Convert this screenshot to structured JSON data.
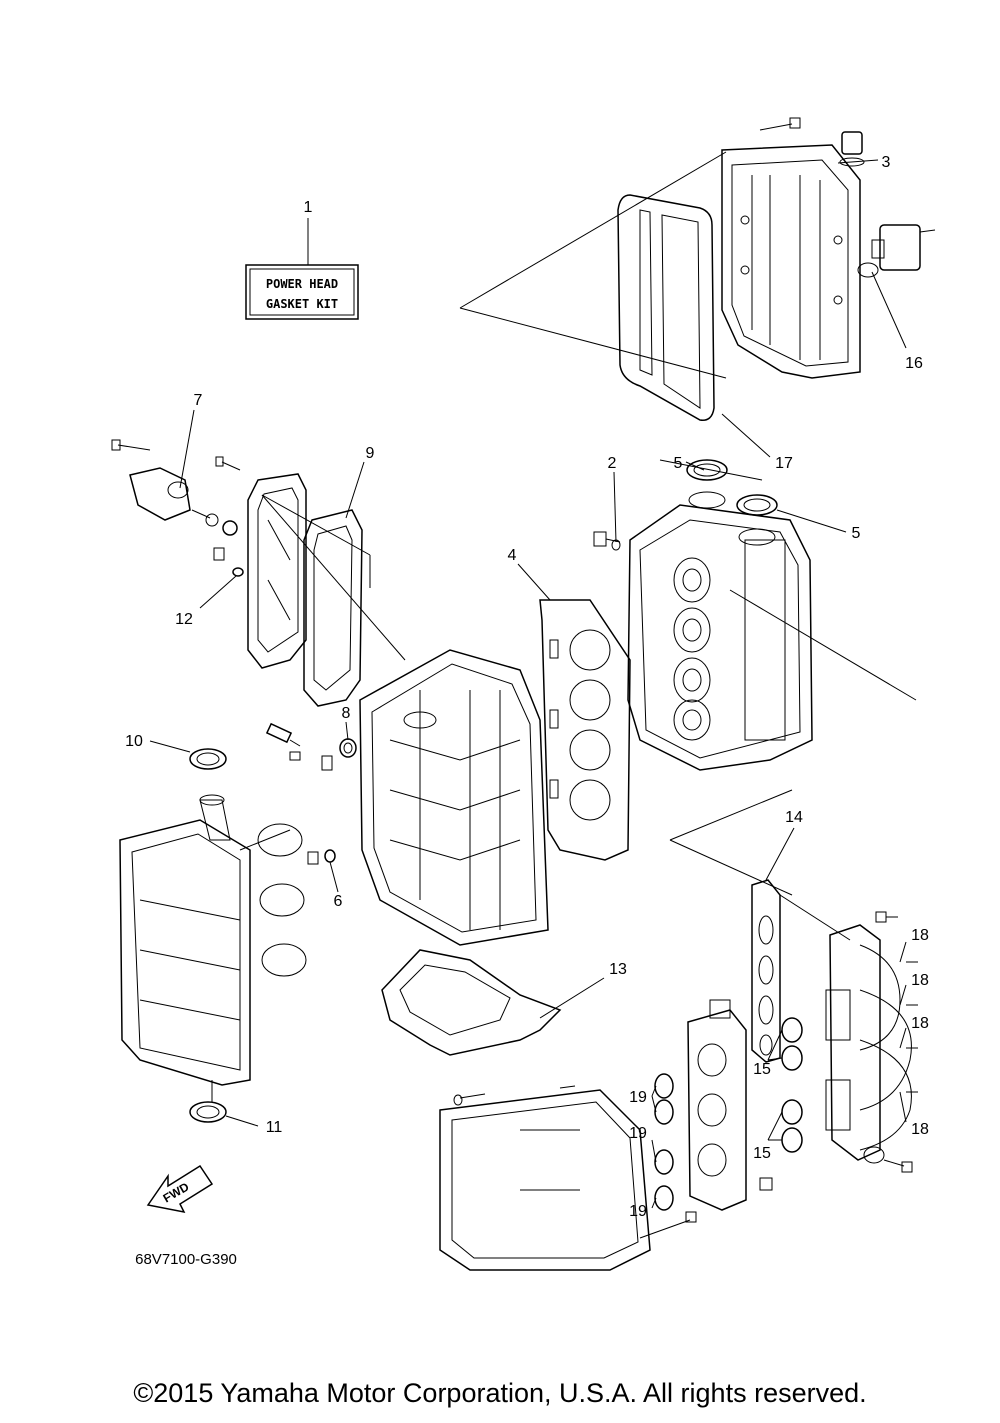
{
  "kit_label": {
    "line1": "POWER HEAD",
    "line2": "GASKET KIT"
  },
  "diagram_code": "68V7100-G390",
  "fwd_label": "FWD",
  "copyright": "©2015 Yamaha Motor Corporation, U.S.A. All rights reserved.",
  "callouts": {
    "c1": "1",
    "c2": "2",
    "c3": "3",
    "c4": "4",
    "c5a": "5",
    "c5b": "5",
    "c6": "6",
    "c7": "7",
    "c8": "8",
    "c9": "9",
    "c10": "10",
    "c11": "11",
    "c12": "12",
    "c13": "13",
    "c14": "14",
    "c15a": "15",
    "c15b": "15",
    "c16": "16",
    "c17": "17",
    "c18a": "18",
    "c18b": "18",
    "c18c": "18",
    "c18d": "18",
    "c19a": "19",
    "c19b": "19",
    "c19c": "19"
  }
}
